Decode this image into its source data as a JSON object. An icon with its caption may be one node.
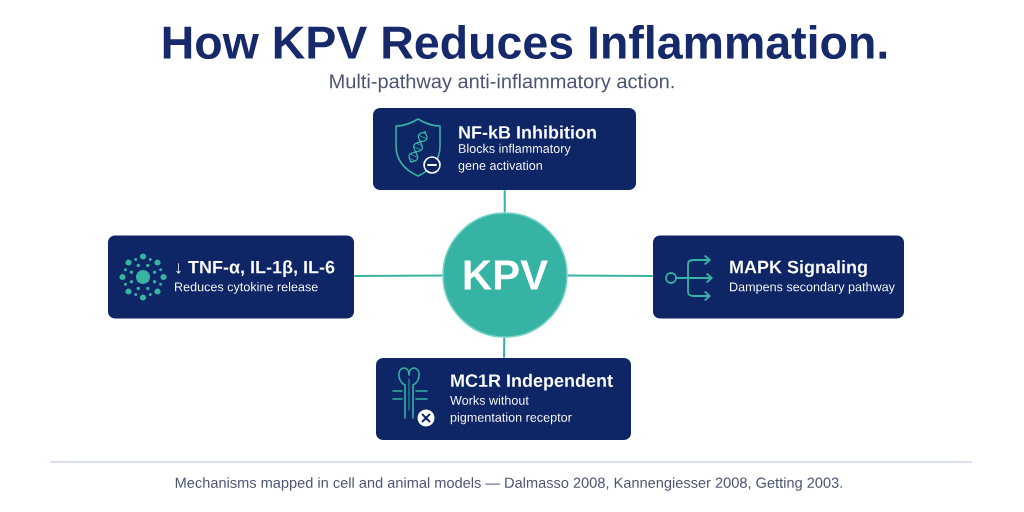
{
  "diagram": {
    "title": "How KPV Reduces Inflammation.",
    "caption": "Mechanisms mapped in cell and animal models — Dalmasso 2008, Kannengiesser 2008, Getting 2003.",
    "nodes": [
      {
        "text": [
          "NF-kB Inhibition",
          "Blocks inflammatory gene activation"
        ]
      },
      {
        "text": [
          "↓ TNF-α, IL-1β, IL-6",
          "Reduces cytokine release"
        ]
      },
      {
        "text": [
          "KPV"
        ]
      },
      {
        "text": [
          "MAPK Signaling",
          "Dampens secondary pathway"
        ]
      },
      {
        "text": [
          "MC1R Independent",
          "Works without pigmentation receptor"
        ]
      }
    ],
    "edges": [
      {
        "from": 2,
        "to": 0,
        "arrow": "none"
      },
      {
        "from": 2,
        "to": 1,
        "arrow": "none"
      },
      {
        "from": 2,
        "to": 3,
        "arrow": "none"
      },
      {
        "from": 2,
        "to": 4,
        "arrow": "none"
      }
    ],
    "labels": [
      "Multi-pathway anti-inflammatory action."
    ]
  }
}
